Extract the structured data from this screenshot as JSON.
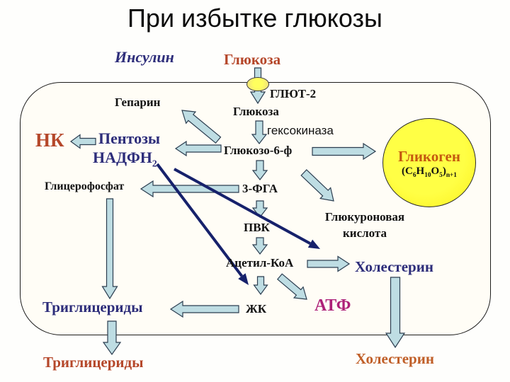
{
  "title": "При избытке глюкозы",
  "labels": {
    "insulin": "Инсулин",
    "glucose_top": "Глюкоза",
    "glut2": "ГЛЮТ-2",
    "glucose_in": "Глюкоза",
    "hexokinase": "гексокиназа",
    "g6p": "Глюкозо-6-ф",
    "heparin": "Гепарин",
    "nk": "НК",
    "pentoses": "Пентозы",
    "nadph_base": "НАДФН",
    "nadph_sub": "2",
    "glycerophosphate": "Глицерофосфат",
    "fga3": "3-ФГА",
    "pvk": "ПВК",
    "glucuronic_line1": "Глюкуроновая",
    "glucuronic_line2": "кислота",
    "acetyl_coa": "Ацетил-КоА",
    "cholesterol_in": "Холестерин",
    "atp": "АТФ",
    "fatty_acids": "ЖК",
    "triglycerides_in": "Триглицериды",
    "triglycerides_out": "Триглицериды",
    "cholesterol_out": "Холестерин"
  },
  "glycogen": {
    "name": "Гликоген",
    "formula": {
      "p1": "(C",
      "s1": "6",
      "p2": "H",
      "s2": "10",
      "p3": "O",
      "s3": "5",
      "p4": ")",
      "s4": "n+1"
    }
  },
  "colors": {
    "arrow_fill": "#bedde3",
    "arrow_stroke": "#2c3e50",
    "navy_arrow": "#16216b",
    "navy_text": "#2d2d7a",
    "rust_text": "#b5472a",
    "orange_text": "#c05f28",
    "glycogen_text": "#c5590f",
    "atp_text": "#ad2178",
    "glycogen_fill": "#fdf01d",
    "cell_fill": "#fffdf6"
  }
}
